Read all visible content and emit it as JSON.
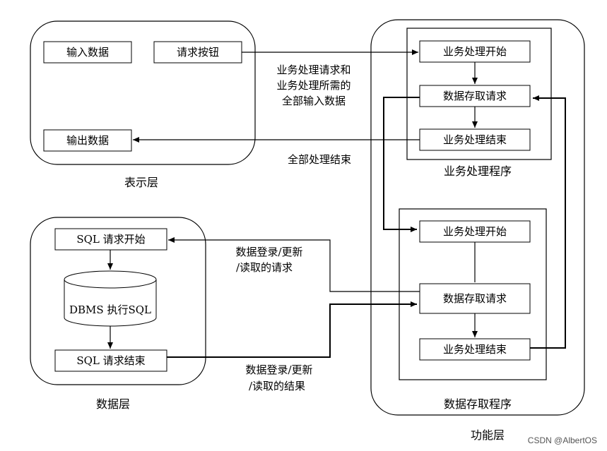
{
  "presentation_layer": {
    "caption": "表示层",
    "input_box": "输入数据",
    "request_button": "请求按钮",
    "output_box": "输出数据"
  },
  "data_layer": {
    "caption": "数据层",
    "sql_start": "SQL 请求开始",
    "dbms": "DBMS 执行SQL",
    "sql_end": "SQL 请求结束"
  },
  "function_layer": {
    "caption": "功能层",
    "business_program": {
      "caption": "业务处理程序",
      "start": "业务处理开始",
      "access": "数据存取请求",
      "end": "业务处理结束"
    },
    "access_program": {
      "caption": "数据存取程序",
      "start": "业务处理开始",
      "access": "数据存取请求",
      "end": "业务处理结束"
    }
  },
  "annotations": {
    "request_line1": "业务处理请求和",
    "request_line2": "业务处理所需的",
    "request_line3": "全部输入数据",
    "all_done": "全部处理结束",
    "db_request_line1": "数据登录/更新",
    "db_request_line2": "/读取的请求",
    "db_result_line1": "数据登录/更新",
    "db_result_line2": "/读取的结果"
  },
  "watermark": "CSDN @AlbertOS"
}
